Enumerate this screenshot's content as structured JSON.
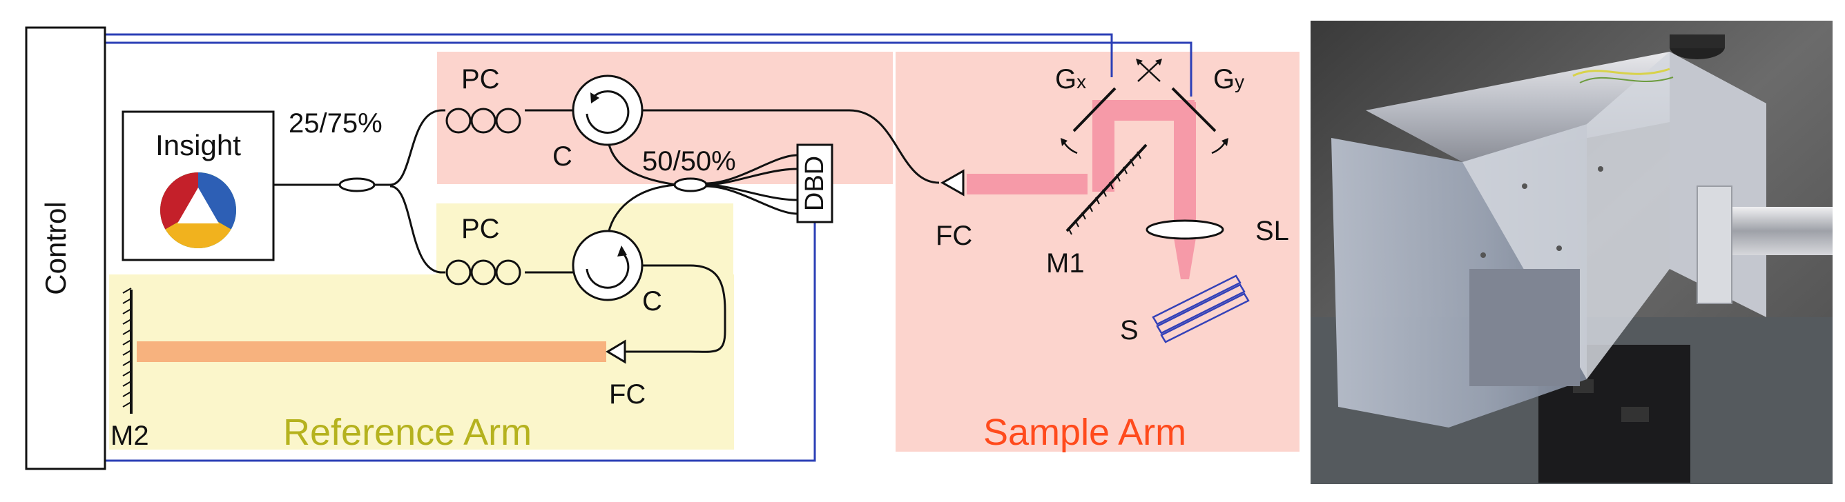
{
  "labels": {
    "control": "Control",
    "insight": "Insight",
    "split_2575": "25/75%",
    "split_5050": "50/50%",
    "pc_top": "PC",
    "pc_bottom": "PC",
    "circulator_top": "C",
    "circulator_bottom": "C",
    "dbd": "DBD",
    "fc_ref": "FC",
    "fc_sample": "FC",
    "m1": "M1",
    "m2": "M2",
    "gx_main": "G",
    "gx_sub": "x",
    "gy_main": "G",
    "gy_sub": "y",
    "sl": "SL",
    "s": "S",
    "reference_arm": "Reference Arm",
    "sample_arm": "Sample Arm"
  },
  "colors": {
    "reference_panel": "#fbf6cb",
    "sample_panel": "#fcd4cd",
    "reference_beam": "#f7b27e",
    "sample_beam": "#f69aa8",
    "control_wire": "#2b3fb6",
    "reference_arm_text": "#b5b21e",
    "sample_arm_text": "#ff4a1c",
    "sample_stack": "#3341b8"
  },
  "photo": {
    "description_icon": "oct-scanner-head-photo-icon"
  }
}
